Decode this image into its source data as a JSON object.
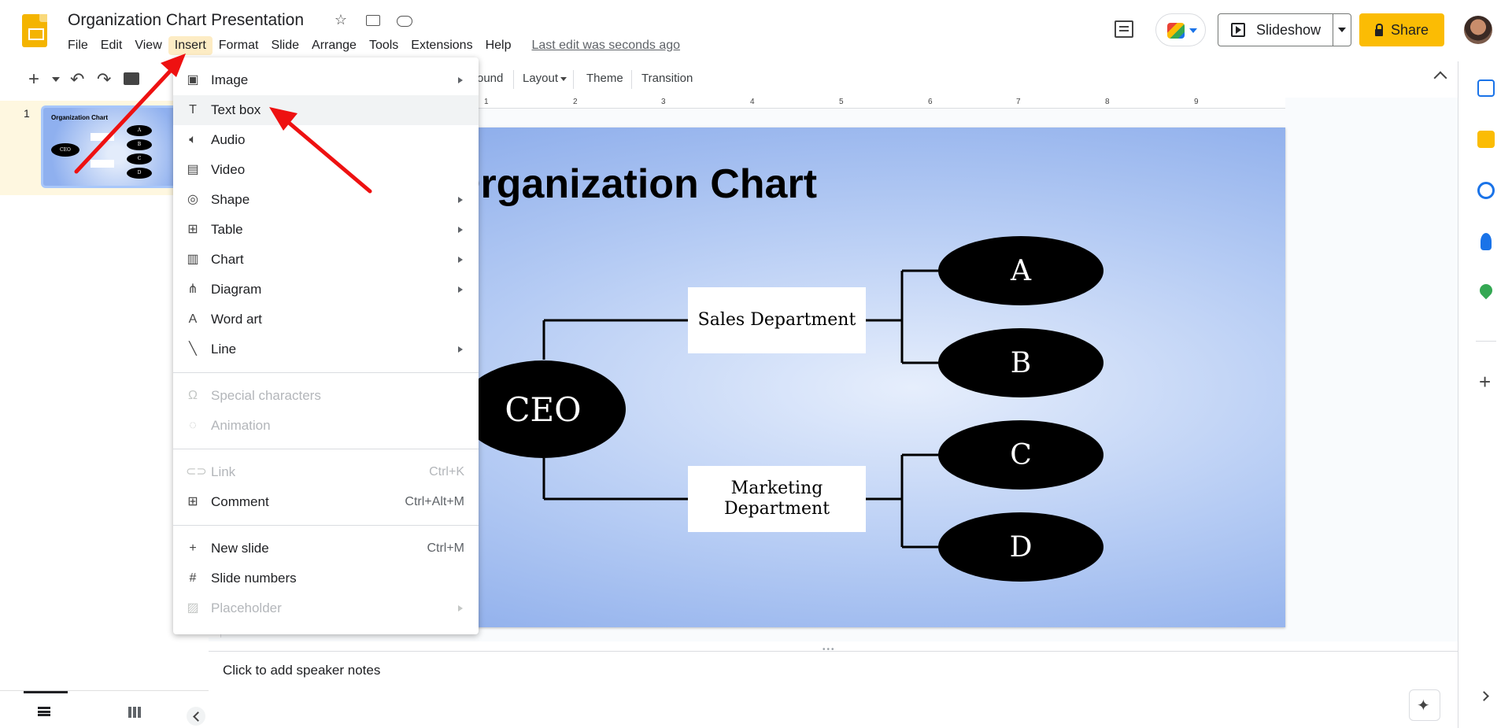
{
  "app": {
    "doc_title": "Organization Chart Presentation",
    "last_edit": "Last edit was seconds ago",
    "slideshow_label": "Slideshow",
    "share_label": "Share"
  },
  "menubar": [
    "File",
    "Edit",
    "View",
    "Insert",
    "Format",
    "Slide",
    "Arrange",
    "Tools",
    "Extensions",
    "Help"
  ],
  "toolbar": {
    "background_partial": "ound",
    "layout": "Layout",
    "theme": "Theme",
    "transition": "Transition"
  },
  "ruler": [
    "1",
    "2",
    "3",
    "4",
    "5",
    "6",
    "7",
    "8",
    "9"
  ],
  "filmstrip": {
    "slide_number": "1",
    "thumb_title": "Organization Chart",
    "thumb_ceo": "CEO",
    "thumb_a": "A",
    "thumb_b": "B",
    "thumb_c": "C",
    "thumb_d": "D"
  },
  "slide": {
    "title": "Organization Chart",
    "ceo": "CEO",
    "sales": "Sales Department",
    "marketing_line1": "Marketing",
    "marketing_line2": "Department",
    "a": "A",
    "b": "B",
    "c": "C",
    "d": "D"
  },
  "notes": {
    "placeholder": "Click to add speaker notes"
  },
  "insert_menu": {
    "image": "Image",
    "text_box": "Text box",
    "audio": "Audio",
    "video": "Video",
    "shape": "Shape",
    "table": "Table",
    "chart": "Chart",
    "diagram": "Diagram",
    "word_art": "Word art",
    "line": "Line",
    "special_characters": "Special characters",
    "animation": "Animation",
    "link": "Link",
    "link_shortcut": "Ctrl+K",
    "comment": "Comment",
    "comment_shortcut": "Ctrl+Alt+M",
    "new_slide": "New slide",
    "new_slide_shortcut": "Ctrl+M",
    "slide_numbers": "Slide numbers",
    "placeholder": "Placeholder"
  },
  "colors": {
    "share_button": "#fbbc04",
    "menu_active": "#fdecc4",
    "annotation_arrow": "#ee1111",
    "slide_gradient_edge": "#7ea2e8"
  },
  "icons": {
    "star": "star-icon",
    "move": "folder-move-icon",
    "cloud": "cloud-saved-icon"
  }
}
